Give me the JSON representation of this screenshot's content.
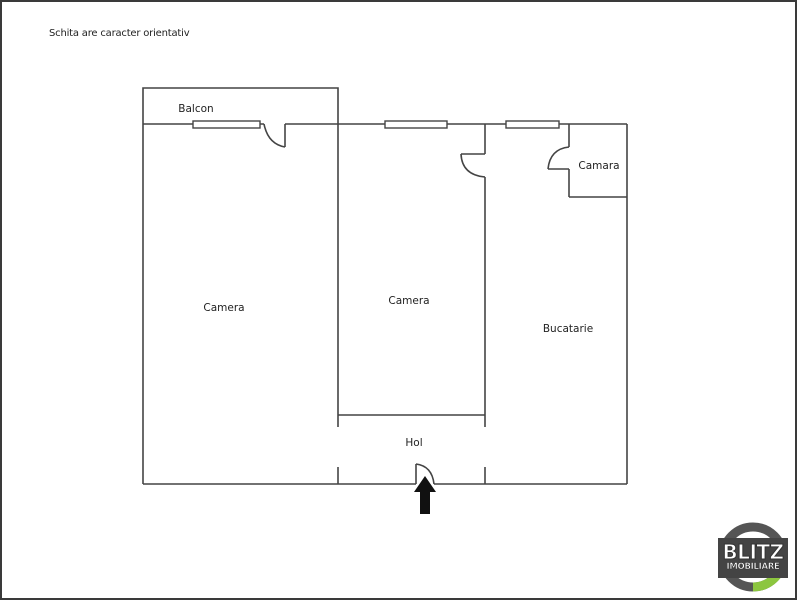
{
  "note": "Schita are caracter orientativ",
  "rooms": {
    "balcon": "Balcon",
    "camera_left": "Camera",
    "camera_middle": "Camera",
    "camara": "Camara",
    "bucatarie": "Bucatarie",
    "hol": "Hol"
  },
  "logo": {
    "line1": "BLITZ",
    "line2": "IMOBILIARE",
    "ring_color": "#555555",
    "accent_color": "#8cc63f"
  },
  "entrance": {
    "icon": "arrow-up-icon"
  }
}
